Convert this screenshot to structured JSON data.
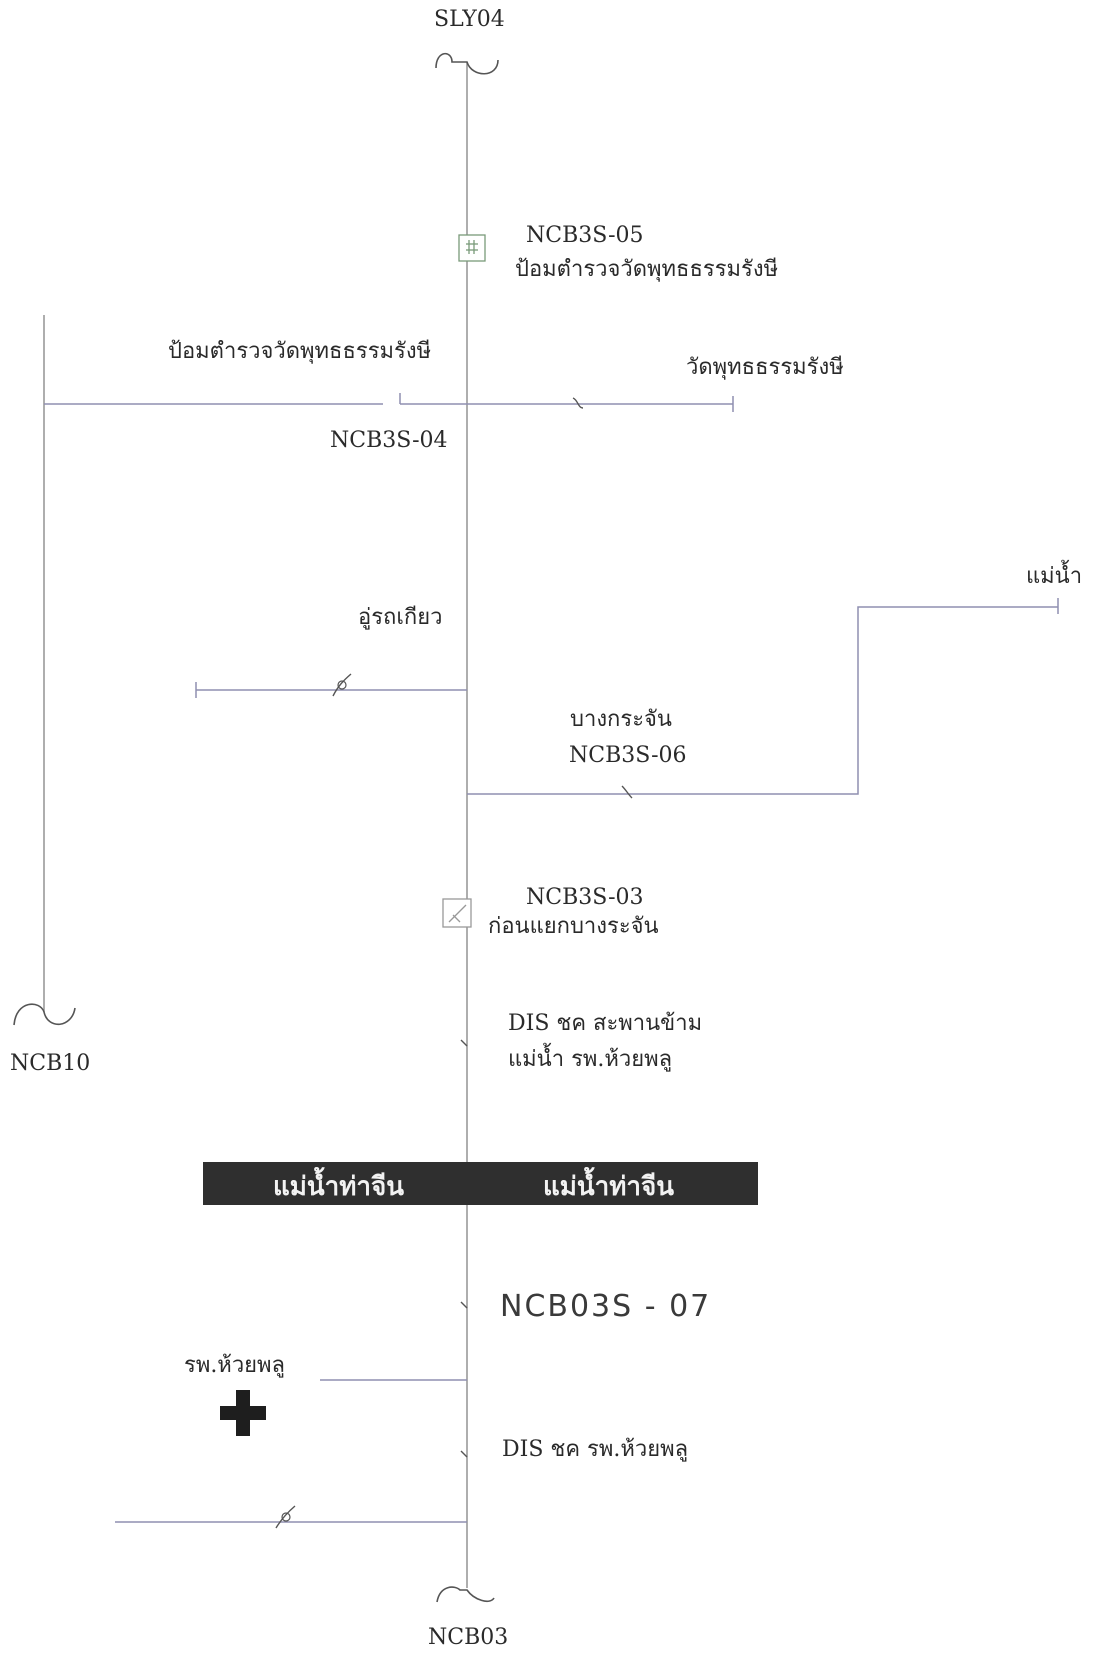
{
  "labels": {
    "sly04": "SLY04",
    "ncb3s05_code": "NCB3S-05",
    "ncb3s05_name": "ป้อมตำรวจวัดพุทธธรรมรังษี",
    "left_branch_name": "ป้อมตำรวจวัดพุทธธรรมรังษี",
    "wat_name": "วัดพุทธธรรมรังษี",
    "ncb3s04_code": "NCB3S-04",
    "mae_nam": "แม่น้ำ",
    "u_rot_kiao": "อู่รถเกียว",
    "bang_krachan": "บางกระจัน",
    "ncb3s06_code": "NCB3S-06",
    "ncb3s03_code": "NCB3S-03",
    "ncb3s03_name": "ก่อนแยกบางระจัน",
    "dis_bridge_line1": "DIS ชค สะพานข้าม",
    "dis_bridge_line2": "แม่น้ำ รพ.ห้วยพลู",
    "ncb10": "NCB10",
    "ncb03s07": "NCB03S - 07",
    "hospital": "รพ.ห้วยพลู",
    "dis_hospital": "DIS ชค รพ.ห้วยพลู",
    "ncb03": "NCB03"
  },
  "river": {
    "left_text": "แม่น้ำท่าจีน",
    "right_text": "แม่น้ำท่าจีน"
  },
  "colors": {
    "line": "#9a9a9a",
    "branch_line": "#8f8fb0",
    "river_bar": "#2f2f2f"
  }
}
